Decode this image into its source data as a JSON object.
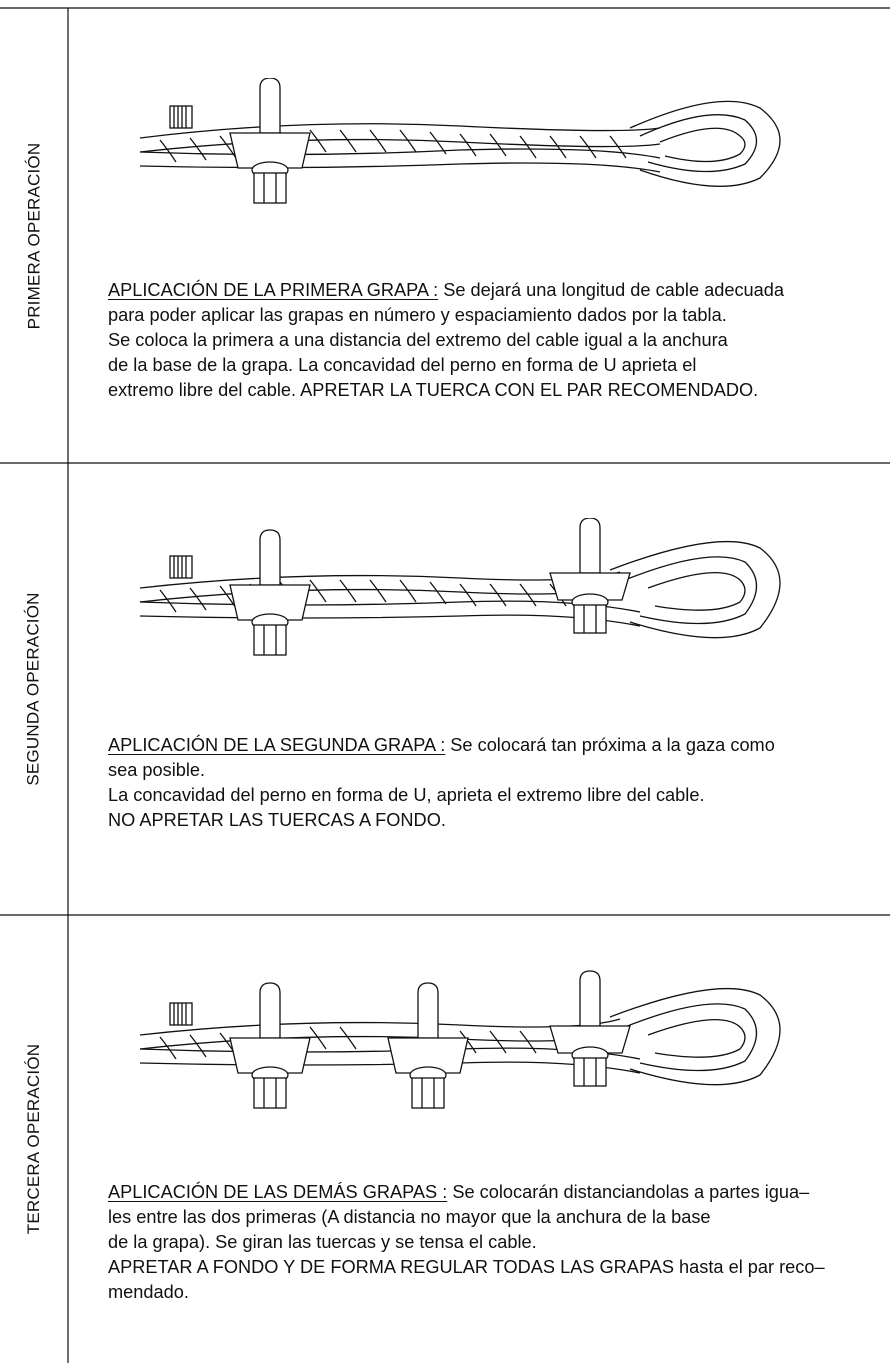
{
  "sections": [
    {
      "side_label": "PRIMERA OPERACIÓN",
      "heading": "APLICACIÓN DE LA PRIMERA GRAPA :",
      "lines": [
        " Se dejará una longitud de cable adecuada",
        "para poder aplicar las grapas en número y espaciamiento dados por la tabla.",
        "Se coloca la primera a una distancia del extremo del cable igual a la anchura",
        "de la base de la grapa. La concavidad del perno en forma de U aprieta el",
        "extremo libre del cable. APRETAR LA TUERCA CON EL PAR RECOMENDADO."
      ],
      "clips": 1
    },
    {
      "side_label": "SEGUNDA OPERACIÓN",
      "heading": "APLICACIÓN DE LA SEGUNDA GRAPA :",
      "lines": [
        " Se colocará tan próxima a la gaza como",
        "sea posible.",
        "La concavidad del perno en forma de U, aprieta el extremo libre del cable.",
        "NO APRETAR LAS TUERCAS A FONDO."
      ],
      "clips": 2
    },
    {
      "side_label": "TERCERA OPERACIÓN",
      "heading": "APLICACIÓN DE LAS DEMÁS GRAPAS :",
      "lines": [
        " Se colocarán distanciandolas a partes igua–",
        "les entre las dos primeras (A distancia no mayor que la anchura de la base",
        "de la grapa). Se giran las tuercas y se tensa el cable.",
        "APRETAR A FONDO Y DE FORMA REGULAR TODAS LAS GRAPAS hasta el par reco–",
        "mendado."
      ],
      "clips": 3
    }
  ]
}
